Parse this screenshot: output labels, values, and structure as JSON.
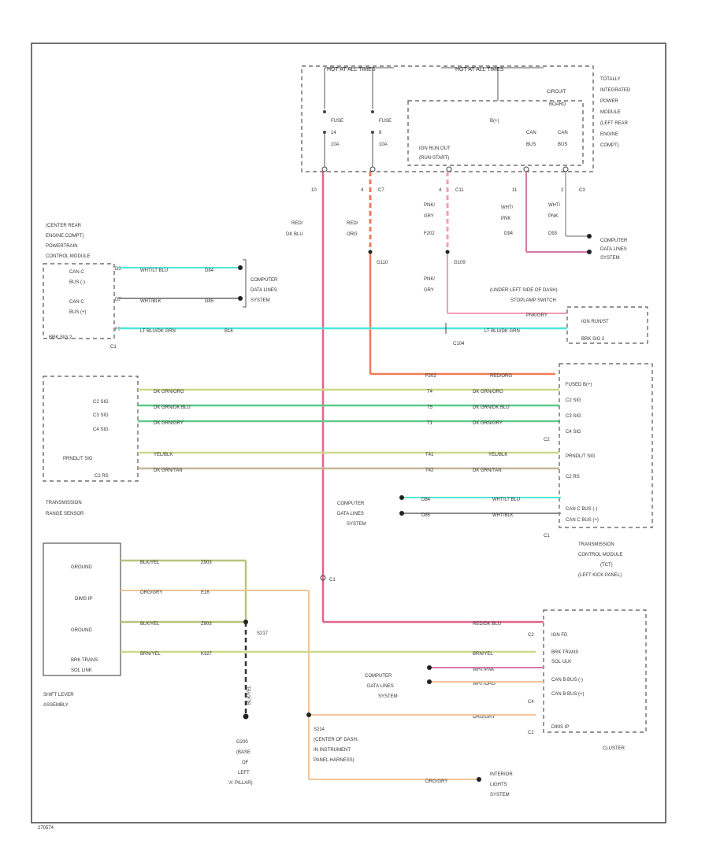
{
  "colors": {
    "red": "#e0668a",
    "redOrange": "#ef7a55",
    "pink": "#f59db5",
    "cyan": "#4fe6d8",
    "gray": "#8e8e8e",
    "yellow": "#cdd88a",
    "green": "#5fc98a",
    "tan": "#c5b39a",
    "orange": "#f2c499",
    "olive": "#b8c47a",
    "violet": "#d27aa6"
  },
  "tipm": {
    "title": [
      "TOTALLY",
      "INTEGRATED",
      "POWER",
      "MODULE",
      "(LEFT REAR",
      "ENGINE",
      "COMPT)"
    ],
    "hot_all": "HOT AT ALL TIMES",
    "hot_all2": "HOT AT ALL TIMES",
    "circuit_board": [
      "CIRCUIT",
      "BOARD"
    ],
    "fuse1": [
      "FUSE",
      "14",
      "10A"
    ],
    "fuse2": [
      "FUSE",
      "8",
      "10A"
    ],
    "bplus": "B(+)",
    "ign": [
      "IGN RUN OUT",
      "(RUN-START)"
    ],
    "can_h": [
      "CAN",
      "BUS"
    ],
    "can_l": [
      "CAN",
      "BUS"
    ],
    "pins": [
      "10",
      "4",
      "C7",
      "4",
      "C11",
      "11",
      "2",
      "C3"
    ]
  },
  "pcm": {
    "title": [
      "(CENTER REAR",
      "ENGINE COMPT)",
      "POWERTRAIN",
      "CONTROL MODULE"
    ],
    "pins": [
      "CAN C",
      "BUS (-)",
      "CAN C",
      "BUS (+)",
      "BRK SIG 2",
      "C1"
    ],
    "wire1": "WHT/LT BLU",
    "wire2": "WHT/BLK",
    "wire3": "LT BLU/DK GRN",
    "cav": [
      "D3",
      "D7",
      "F7"
    ],
    "circ": [
      "D84",
      "D85",
      "B16"
    ]
  },
  "cdl_top": [
    "COMPUTER",
    "DATA LINES",
    "SYSTEM"
  ],
  "cdl_right_top": [
    "COMPUTER",
    "DATA LINES",
    "SYSTEM"
  ],
  "mid_wires": {
    "red_dk_blu": [
      "RED/",
      "DK BLU"
    ],
    "red_org": [
      "RED/",
      "ORG"
    ],
    "pnk_gry": [
      "PNK/",
      "GRY"
    ],
    "wht_pnk": [
      "WHT/",
      "PNK"
    ],
    "wht_pnk2": [
      "WHT/",
      "PNK"
    ],
    "f202": "F202",
    "d94": "D94",
    "d93": "D93",
    "g110": "G110",
    "g109": "G109",
    "pnk_gry2": [
      "PNK/",
      "GRY"
    ]
  },
  "stoplamp": {
    "title": [
      "(UNDER LEFT SIDE OF DASH)",
      "STOPLAMP SWITCH"
    ],
    "wire": "PNK/GRY",
    "pins": [
      "IGN RUN/ST",
      "BRK SIG 2"
    ],
    "c104": "C104",
    "wire2": "LT BLU/DK GRN"
  },
  "trs": {
    "title": [
      "TRANSMISSION",
      "RANGE SENSOR"
    ],
    "pins": [
      "C2 SIG",
      "C3 SIG",
      "C4 SIG",
      "PRNDL/T SIG",
      "C2 RS"
    ],
    "wires": [
      "DK GRN/ORG",
      "DK GRN/DK BLU",
      "DK GRN/GRY",
      "YEL/BLK",
      "DK GRN/TAN"
    ],
    "circ": [
      "T4",
      "T5",
      "T1",
      "T41",
      "T42"
    ]
  },
  "tcm": {
    "title": [
      "TRANSMISSION",
      "CONTROL MODULE",
      "(TCT)",
      "(LEFT KICK PANEL)"
    ],
    "pins": [
      "FUSED B(+)",
      "C2 SIG",
      "C3 SIG",
      "C4 SIG",
      "C2",
      "PRNDL/T SIG",
      "C2 RS",
      "CAN C BUS (-)",
      "CAN C BUS (+)",
      "C1"
    ],
    "red_org": "RED/ORG",
    "f202": "F202",
    "cdl": [
      "COMPUTER",
      "DATA LINES",
      "SYSTEM"
    ],
    "can_w1": "WHT/LT BLU",
    "can_w2": "WHT/BLK",
    "can_c1": "D84",
    "can_c2": "D85"
  },
  "shifter": {
    "title": [
      "SHIFT LEVER",
      "ASSEMBLY"
    ],
    "pins": [
      "GROUND",
      "DIMS IP",
      "GROUND",
      "BRK TRANS",
      "SOL LINK"
    ],
    "wires": [
      "BLK/YEL",
      "ORG/GRY",
      "BLK/YEL",
      "BRN/YEL"
    ],
    "circ": [
      "Z903",
      "E16",
      "Z903",
      "K327"
    ]
  },
  "splices": {
    "s217": "S217",
    "s214": [
      "S214",
      "(CENTER OF DASH,",
      "IN INSTRUMENT",
      "PANEL HARNESS)"
    ],
    "g200": [
      "G200",
      "(BASE",
      "OF",
      "LEFT",
      "'A' PILLAR)"
    ],
    "c1": "C1",
    "blk_yel": "BLK/YEL"
  },
  "cluster": {
    "title": "CLUSTER",
    "pins": [
      "IGN FD",
      "BRK TRANS",
      "SOL ULK",
      "CAN B BUS (-)",
      "CAN B BUS (+)",
      "DIMS IP",
      "C2",
      "C4",
      "C1"
    ],
    "wires": [
      "RED/DK BLU",
      "BRN/YEL",
      "WHT/PNK",
      "WHT/ORG",
      "ORG/GRY"
    ],
    "cdl": [
      "COMPUTER",
      "DATA LINES",
      "SYSTEM"
    ]
  },
  "interior": [
    "INTERIOR",
    "LIGHTS",
    "SYSTEM"
  ],
  "interior_wire": "ORG/GRY",
  "figure_id": "270574"
}
